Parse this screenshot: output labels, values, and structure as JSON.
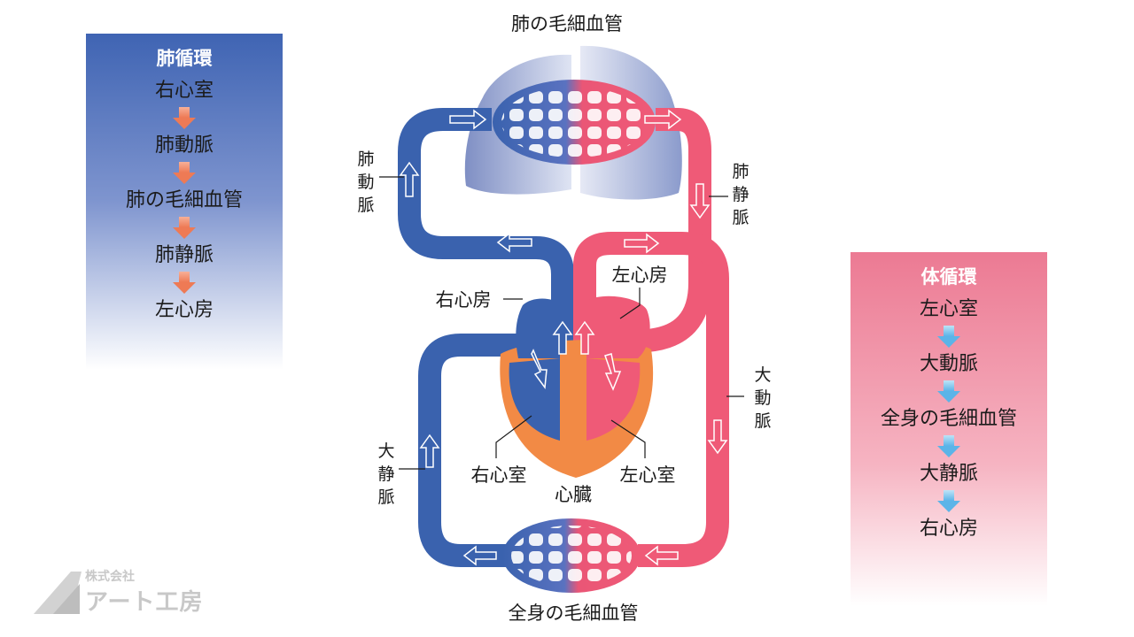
{
  "pulmonary_panel": {
    "title": "肺循環",
    "steps": [
      "右心室",
      "肺動脈",
      "肺の毛細血管",
      "肺静脈",
      "左心房"
    ]
  },
  "systemic_panel": {
    "title": "体循環",
    "steps": [
      "左心室",
      "大動脈",
      "全身の毛細血管",
      "大静脈",
      "右心房"
    ]
  },
  "diagram": {
    "lung_capillaries": "肺の毛細血管",
    "pulmonary_artery": [
      "肺",
      "動",
      "脈"
    ],
    "pulmonary_vein": [
      "肺",
      "静",
      "脈"
    ],
    "right_atrium": "右心房",
    "left_atrium": "左心房",
    "right_ventricle": "右心室",
    "left_ventricle": "左心室",
    "heart": "心臓",
    "aorta": [
      "大",
      "動",
      "脈"
    ],
    "vena_cava": [
      "大",
      "静",
      "脈"
    ],
    "body_capillaries": "全身の毛細血管"
  },
  "colors": {
    "venous_blue": "#3a62ae",
    "arterial_red": "#ef5a77",
    "heart_orange": "#f28a45"
  },
  "logo": {
    "company_small": "株式会社",
    "company_name": "アート工房"
  }
}
